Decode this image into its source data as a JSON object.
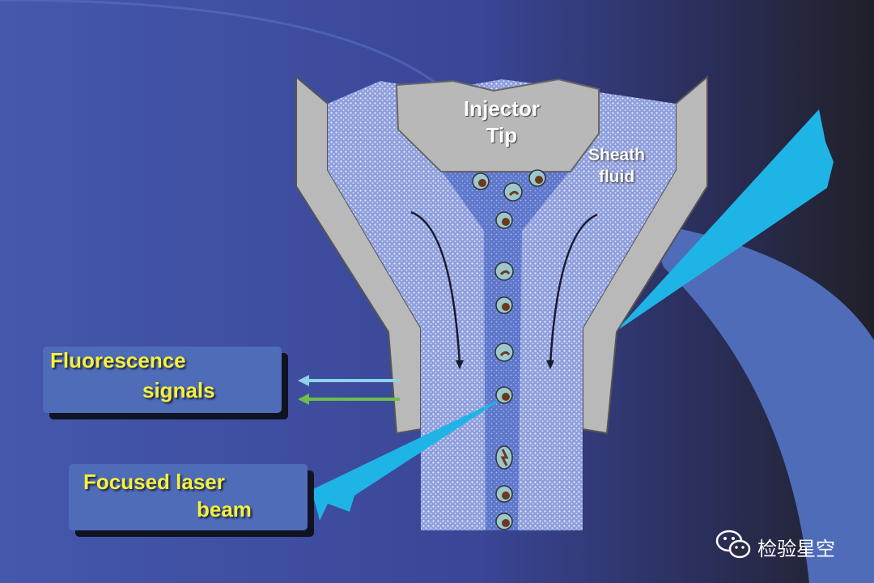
{
  "labels": {
    "injector_line1": "Injector",
    "injector_line2": "Tip",
    "sheath_line1": "Sheath",
    "sheath_line2": "fluid",
    "fluorescence_line1": "Fluorescence",
    "fluorescence_line2": "signals",
    "laser_line1": "Focused laser",
    "laser_line2": "beam"
  },
  "watermark": {
    "icon": "wechat-icon",
    "text": "检验星空"
  },
  "colors": {
    "background_left": "#4153a8",
    "background_right": "#23232b",
    "nozzle_wall": "#b9b9b9",
    "sheath_fluid": "#8f9fdc",
    "sample_core": "#5f78cd",
    "laser": "#1fb4e6",
    "label_text": "#f6f13a",
    "arrow_cyan": "#8fd0ea",
    "arrow_green": "#6fbd4a",
    "cell_body": "#9cc7cd",
    "cell_nucleus": "#6b3a1c"
  }
}
